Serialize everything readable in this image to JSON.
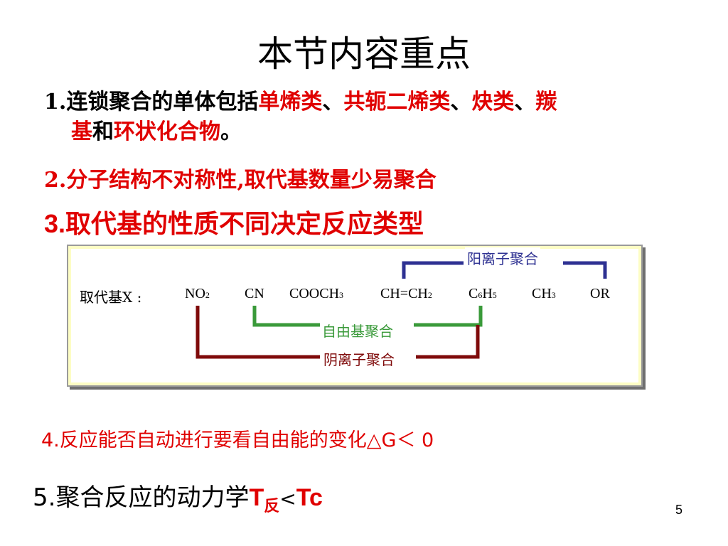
{
  "title": "本节内容重点",
  "point1": {
    "prefix": "1.",
    "text_a": "连锁聚合的单体包括",
    "t1": "单烯类",
    "sep1": "、",
    "t2": "共轭二烯类",
    "sep2": "、",
    "t3": "炔类",
    "sep3": "、",
    "t4a": "羰",
    "t4b": "基",
    "mid": "和",
    "t5": "环状化合物",
    "end": "。"
  },
  "point2": "2.分子结构不对称性,取代基数量少易聚合",
  "point3": {
    "num": "3.",
    "text": "取代基的性质不同决定反应类型"
  },
  "diagram": {
    "x_label": "取代基X :",
    "groups": [
      {
        "main": "NO",
        "sub": "2"
      },
      {
        "main": "CN",
        "sub": ""
      },
      {
        "main": "COOCH",
        "sub": "3"
      },
      {
        "main": "CH=CH",
        "sub": "2"
      },
      {
        "main": "C",
        "sub": "6",
        "main2": "H",
        "sub2": "5"
      },
      {
        "main": "CH",
        "sub": "3"
      },
      {
        "main": "OR",
        "sub": ""
      }
    ],
    "cationic_label": "阳离子聚合",
    "radical_label": "自由基聚合",
    "anionic_label": "阴离子聚合",
    "colors": {
      "cationic": "#2e3192",
      "radical": "#3a9a3a",
      "anionic": "#7f0a0a"
    }
  },
  "point4": "4.反应能否自动进行要看自由能的变化△G＜ 0",
  "point5": {
    "prefix": "5.聚合反应的动力学",
    "t": "T",
    "sub": "反",
    "lt": "<",
    "tc": "Tc"
  },
  "page_number": "5"
}
